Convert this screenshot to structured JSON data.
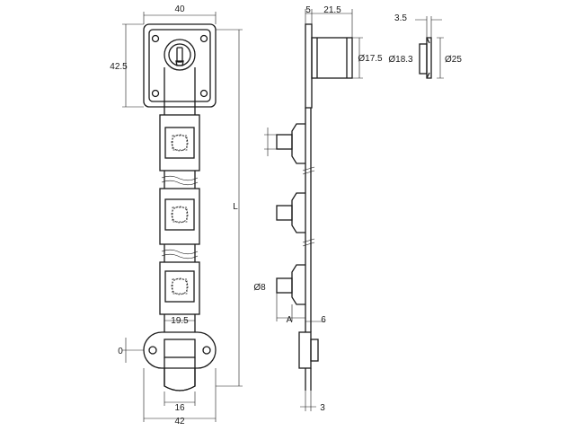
{
  "dimensions": {
    "front_top_width": "40",
    "front_top_height": "42.5",
    "total_length": "L",
    "rod_offset": "19.5",
    "bottom_height": "0",
    "bottom_inner_width": "16",
    "bottom_outer_width": "42",
    "side_plate": "5",
    "side_cylinder_length": "21.5",
    "side_cylinder_diameter": "Ø17.5",
    "pin_diameter": "Ø8",
    "pin_length": "A",
    "pin_offset": "6",
    "bottom_thickness": "3",
    "cap_depth": "3.5",
    "cap_inner_diameter": "Ø18.3",
    "cap_outer_diameter": "Ø25"
  }
}
